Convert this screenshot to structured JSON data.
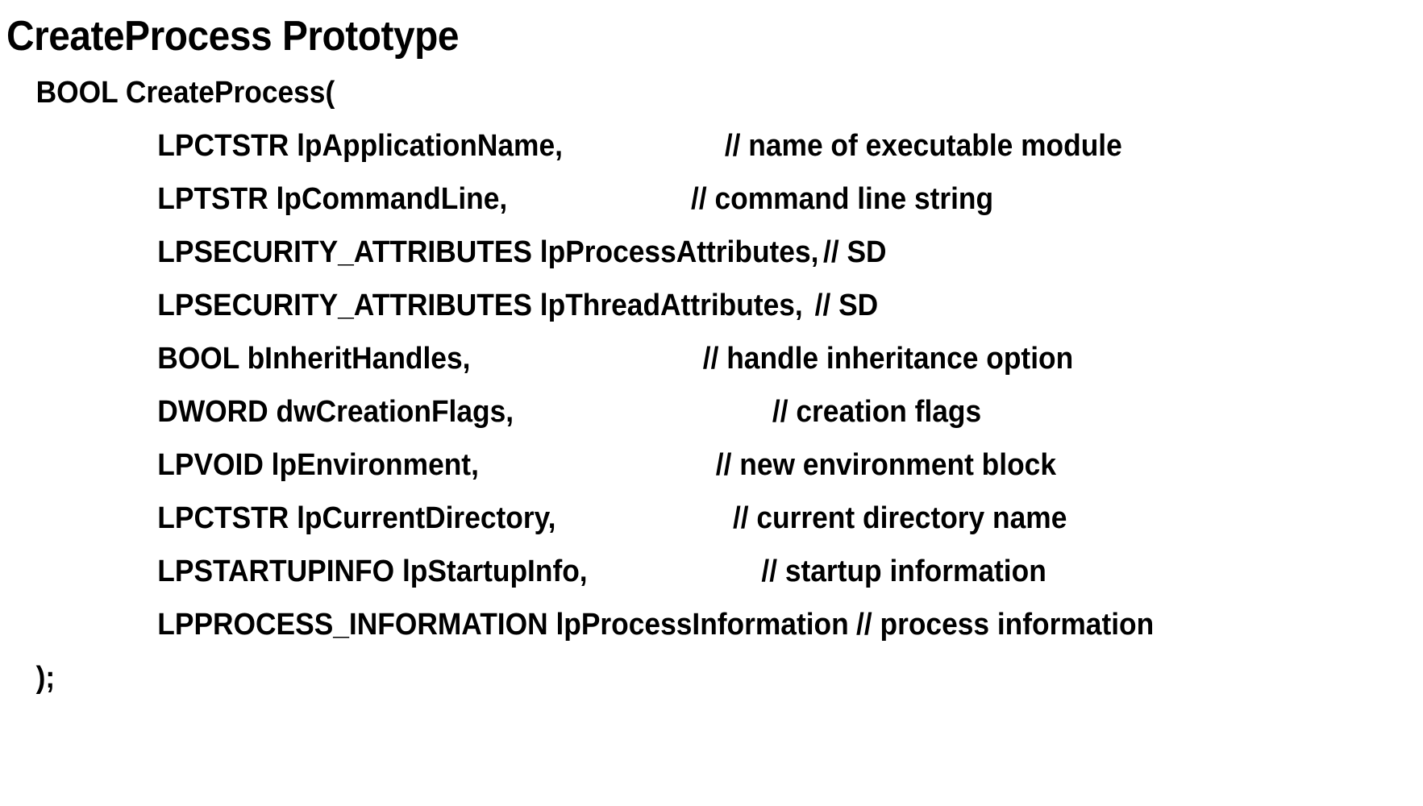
{
  "slide": {
    "title": "CreateProcess Prototype",
    "background_color": "#ffffff",
    "text_color": "#000000",
    "signature_open": "BOOL CreateProcess(",
    "signature_close": ");",
    "parameters": [
      {
        "declaration": "LPCTSTR lpApplicationName,",
        "comment": "// name of executable module"
      },
      {
        "declaration": "LPTSTR lpCommandLine,",
        "comment": "// command line string"
      },
      {
        "declaration": "LPSECURITY_ATTRIBUTES lpProcessAttributes,",
        "comment": "// SD"
      },
      {
        "declaration": "LPSECURITY_ATTRIBUTES lpThreadAttributes,",
        "comment": "// SD"
      },
      {
        "declaration": "BOOL bInheritHandles,",
        "comment": "// handle inheritance option"
      },
      {
        "declaration": "DWORD dwCreationFlags,",
        "comment": "// creation flags"
      },
      {
        "declaration": "LPVOID lpEnvironment,",
        "comment": "// new environment block"
      },
      {
        "declaration": "LPCTSTR lpCurrentDirectory,",
        "comment": "// current directory name"
      },
      {
        "declaration": "LPSTARTUPINFO lpStartupInfo,",
        "comment": "// startup information"
      },
      {
        "declaration": "LPPROCESS_INFORMATION lpProcessInformation",
        "comment": "// process information"
      }
    ]
  }
}
